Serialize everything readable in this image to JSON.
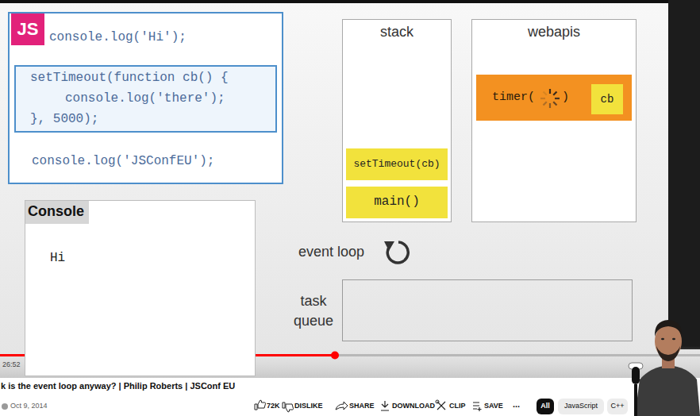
{
  "diagram": {
    "nodes": [
      {
        "text": [
          "console.log('Hi');",
          "console.log('JSConfEU');"
        ]
      },
      {
        "text": [
          "JS"
        ],
        "in": 0
      },
      {
        "text": [
          "setTimeout(function cb() {",
          "console.log('there');",
          "}, 5000);"
        ],
        "in": 0
      },
      {
        "text": [
          "stack"
        ]
      },
      {
        "text": [
          "setTimeout(cb)"
        ],
        "in": 3
      },
      {
        "text": [
          "main()"
        ],
        "in": 3
      },
      {
        "text": [
          "webapis"
        ]
      },
      {
        "text": [
          "timer(",
          ")"
        ],
        "in": 6
      },
      {
        "text": [
          "cb"
        ],
        "in": 7
      },
      {
        "text": [
          "Console",
          "Hi"
        ]
      },
      {
        "text": [
          "task queue"
        ]
      }
    ],
    "labels": [
      "event loop",
      "26:52",
      "k is the event loop anyway? | Philip Roberts | JSConf EU",
      "Oct 9, 2014",
      "72K",
      "DISLIKE",
      "SHARE",
      "DOWNLOAD",
      "CLIP",
      "SAVE",
      "...",
      "All",
      "JavaScript",
      "C++"
    ]
  }
}
